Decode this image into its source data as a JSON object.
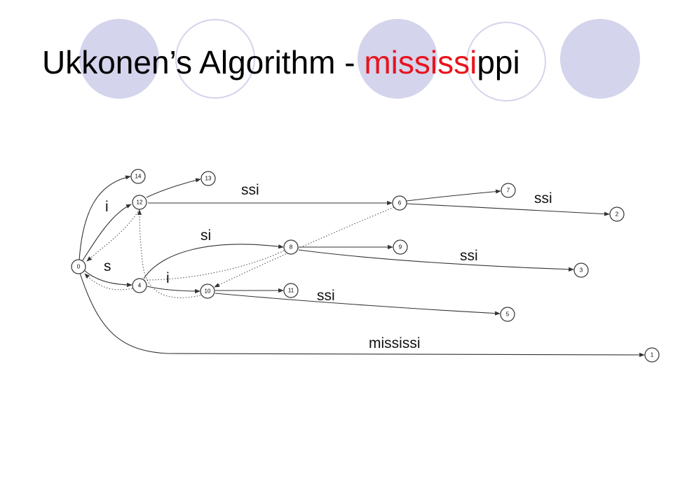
{
  "title": {
    "prefix": "Ukkonen’s Algorithm - ",
    "highlight": "mississi",
    "suffix": "ppi",
    "highlight_color": "#e8141c"
  },
  "decoration": {
    "circle_fill": "#d4d4ec",
    "circle_outline": "#d4d4ec"
  },
  "diagram": {
    "nodes": [
      {
        "id": "n0",
        "label": "0"
      },
      {
        "id": "n14",
        "label": "14"
      },
      {
        "id": "n12",
        "label": "12"
      },
      {
        "id": "n13",
        "label": "13"
      },
      {
        "id": "n6",
        "label": "6"
      },
      {
        "id": "n7",
        "label": "7"
      },
      {
        "id": "n2",
        "label": "2"
      },
      {
        "id": "n4",
        "label": "4"
      },
      {
        "id": "n8",
        "label": "8"
      },
      {
        "id": "n9",
        "label": "9"
      },
      {
        "id": "n3",
        "label": "3"
      },
      {
        "id": "n10",
        "label": "10"
      },
      {
        "id": "n11",
        "label": "11"
      },
      {
        "id": "n5",
        "label": "5"
      },
      {
        "id": "n1",
        "label": "1"
      }
    ],
    "edge_labels": {
      "i_root": "i",
      "s_root": "s",
      "ssi_12_6": "ssi",
      "ssi_6_2": "ssi",
      "si_4_8": "si",
      "ssi_8_3": "ssi",
      "i_4_10": "i",
      "ssi_10_5": "ssi",
      "mississi_0_1": "mississi"
    }
  }
}
